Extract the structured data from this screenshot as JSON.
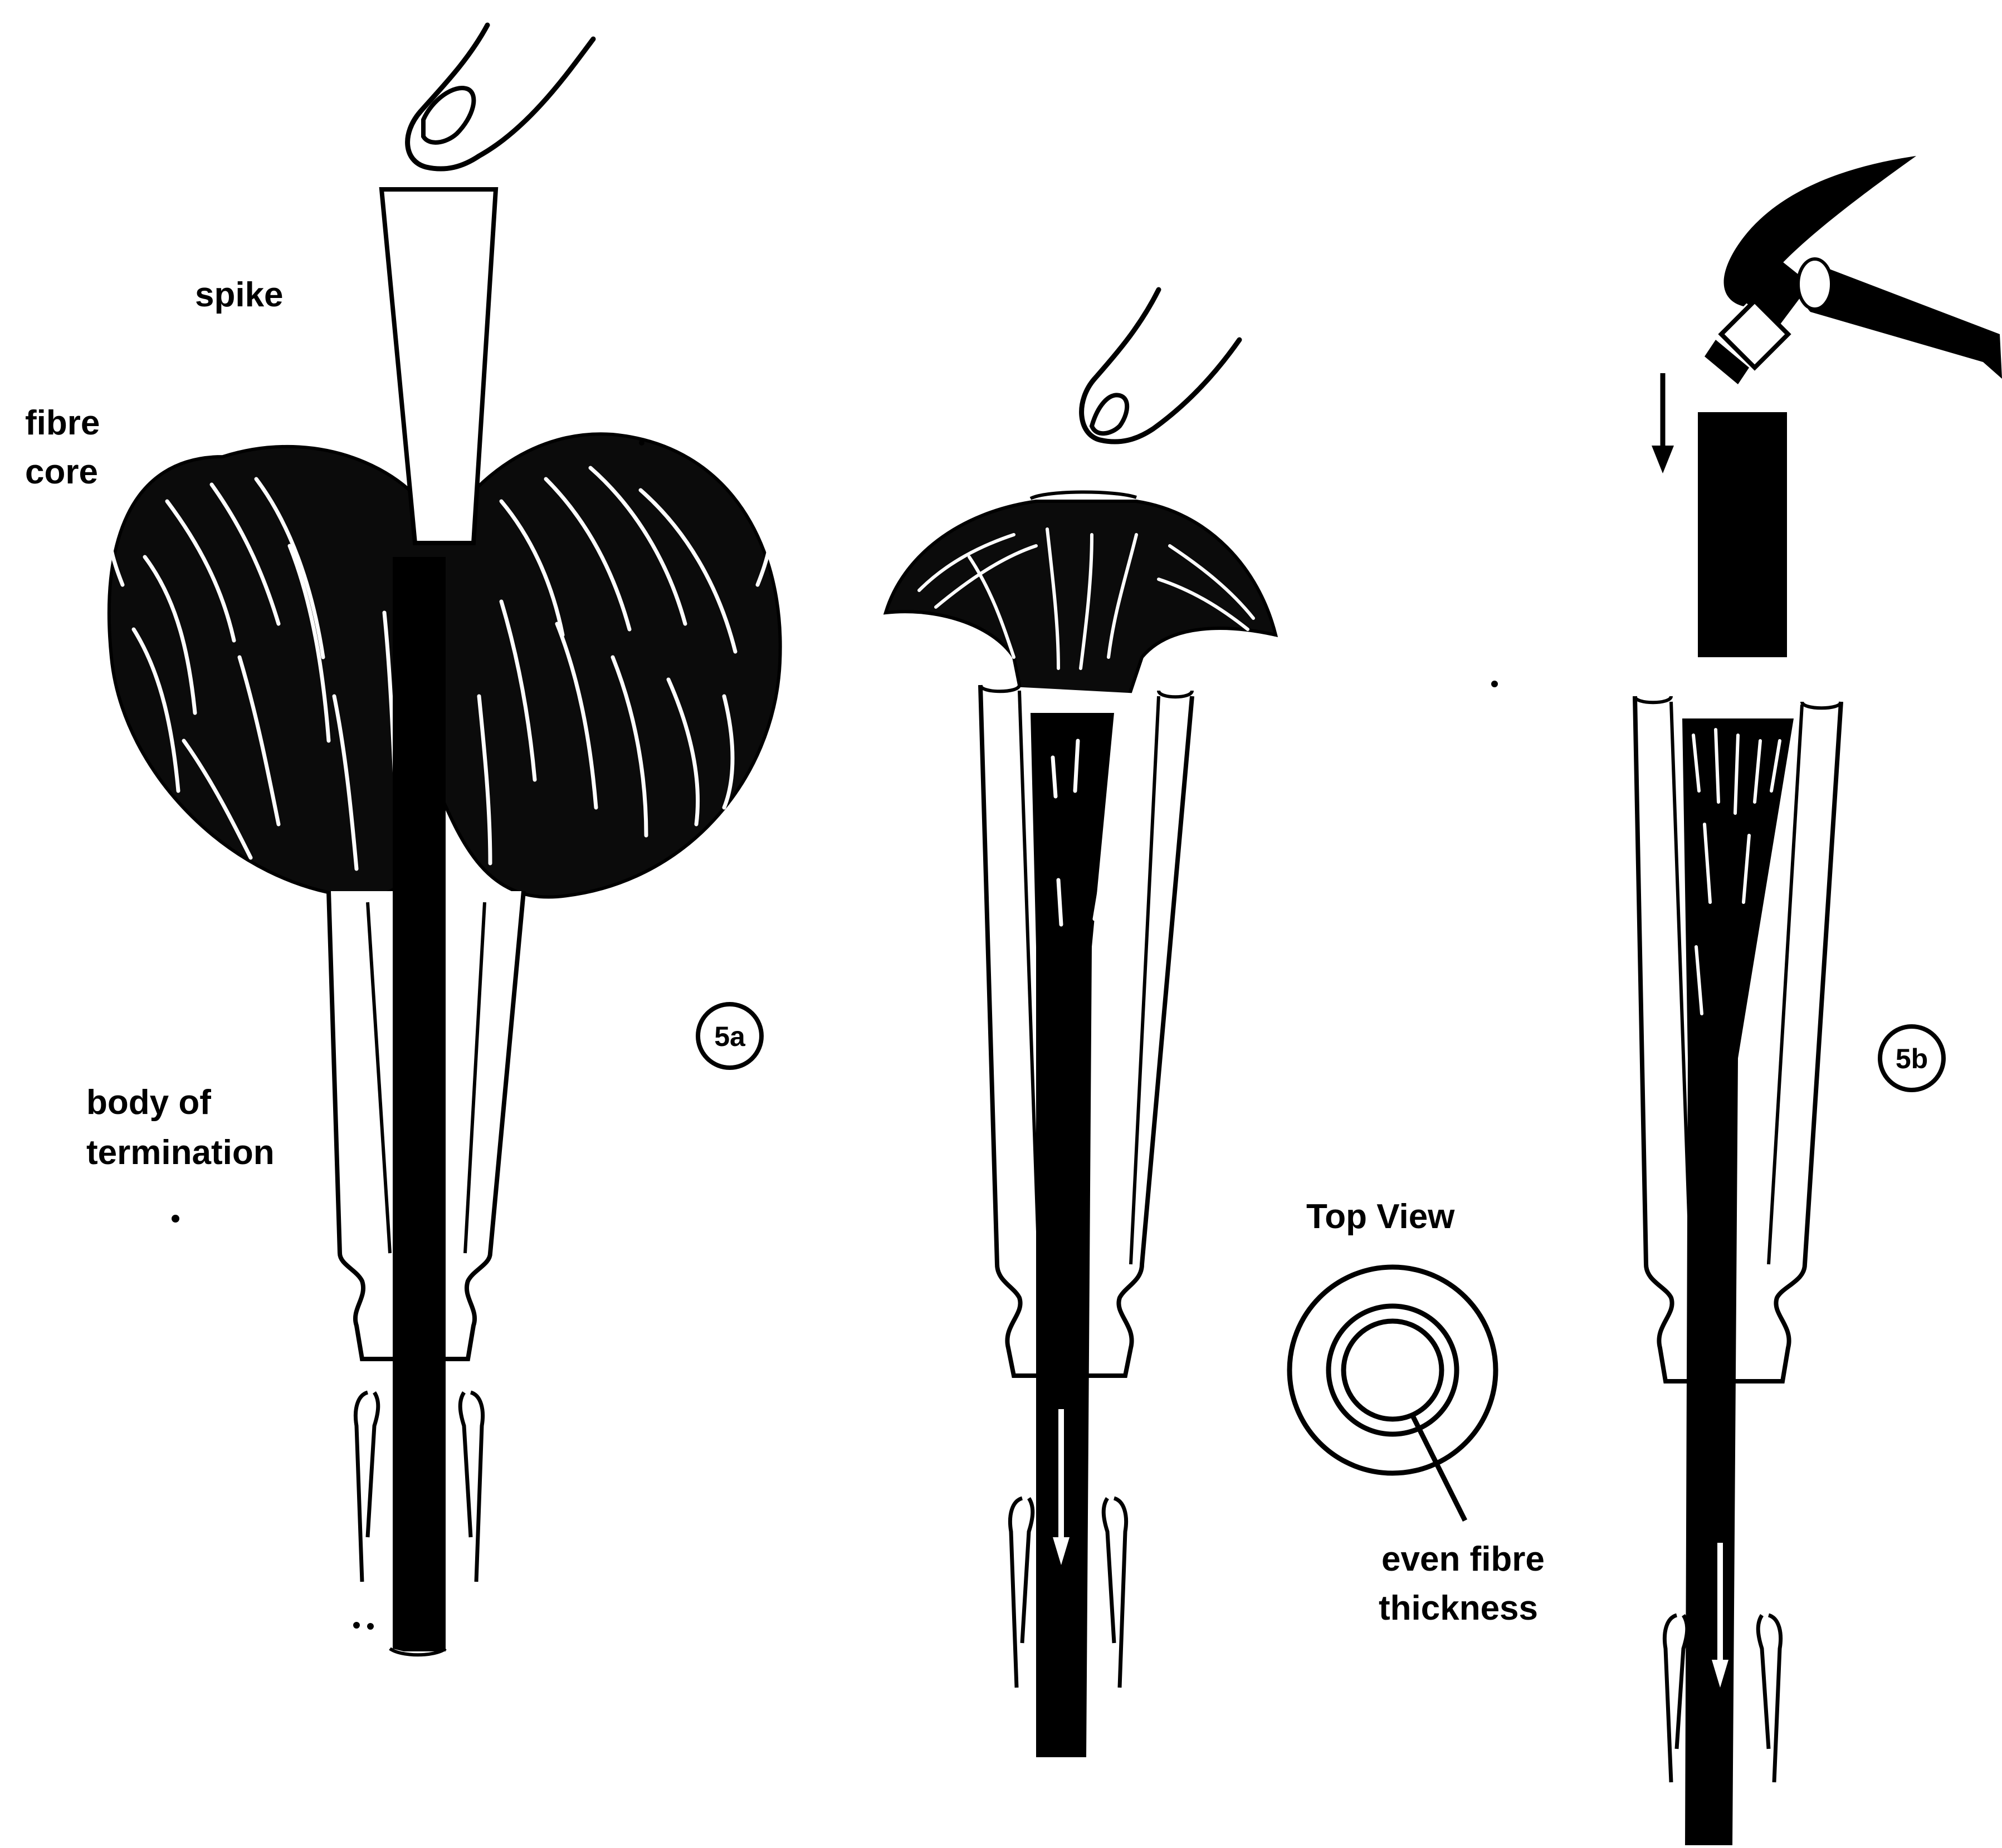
{
  "labels": {
    "spike": "spike",
    "fibre_core": [
      "fibre",
      "core"
    ],
    "body_of_termination": [
      "body of",
      "termination"
    ],
    "top_view": "Top View",
    "even_fibre_thickness": [
      "even fibre",
      "thickness"
    ]
  },
  "badges": {
    "step_5a": "5a",
    "step_5b": "5b"
  },
  "colors": {
    "ink": "#000000",
    "paper": "#ffffff"
  },
  "icons": [
    "finger-icon",
    "hammer-icon",
    "down-arrow-icon"
  ]
}
